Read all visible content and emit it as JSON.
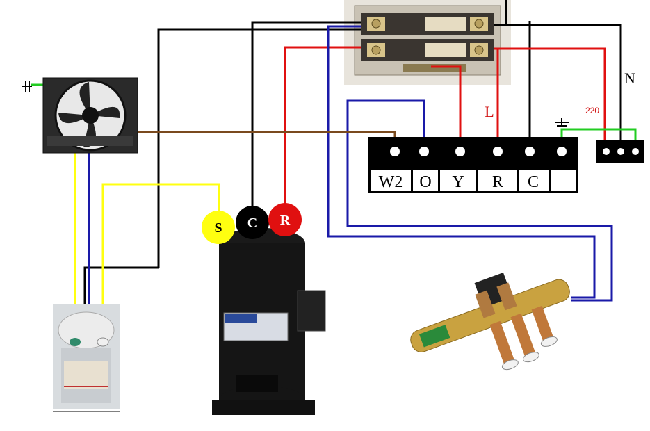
{
  "colors": {
    "black_wire": "#000000",
    "red_wire": "#e01010",
    "blue_wire": "#1a1aa8",
    "yellow_wire": "#ffff10",
    "brown_wire": "#7a4a1e",
    "green_wire": "#22cc22",
    "label_red": "#d01010"
  },
  "terminal_strip": {
    "labels": [
      "W2",
      "O",
      "Y",
      "R",
      "C",
      ""
    ]
  },
  "compressor_terminals": [
    {
      "label": "S",
      "color": "#ffff10",
      "text_color": "#000000"
    },
    {
      "label": "C",
      "color": "#000000",
      "text_color": "#ffffff"
    },
    {
      "label": "R",
      "color": "#e01010",
      "text_color": "#ffffff"
    }
  ],
  "labels": {
    "neutral": "N",
    "line": "L",
    "voltage": "220"
  },
  "icons": {
    "ground_fan": "ground-icon",
    "ground_strip": "ground-icon"
  }
}
